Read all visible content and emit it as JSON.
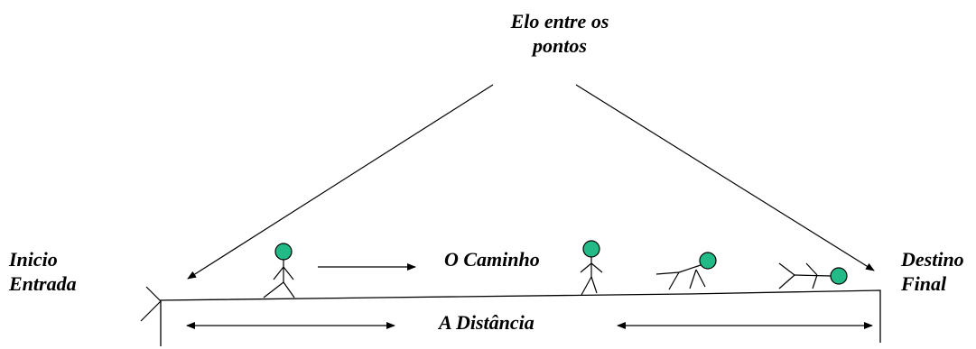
{
  "title": {
    "line1": "Elo entre os",
    "line2": "pontos"
  },
  "start_label": {
    "line1": "Inicio",
    "line2": "Entrada"
  },
  "end_label": {
    "line1": "Destino",
    "line2": "Final"
  },
  "path_label": "O Caminho",
  "distance_label": "A Distância",
  "colors": {
    "figure_head": "#22bb88",
    "line": "#000000"
  }
}
